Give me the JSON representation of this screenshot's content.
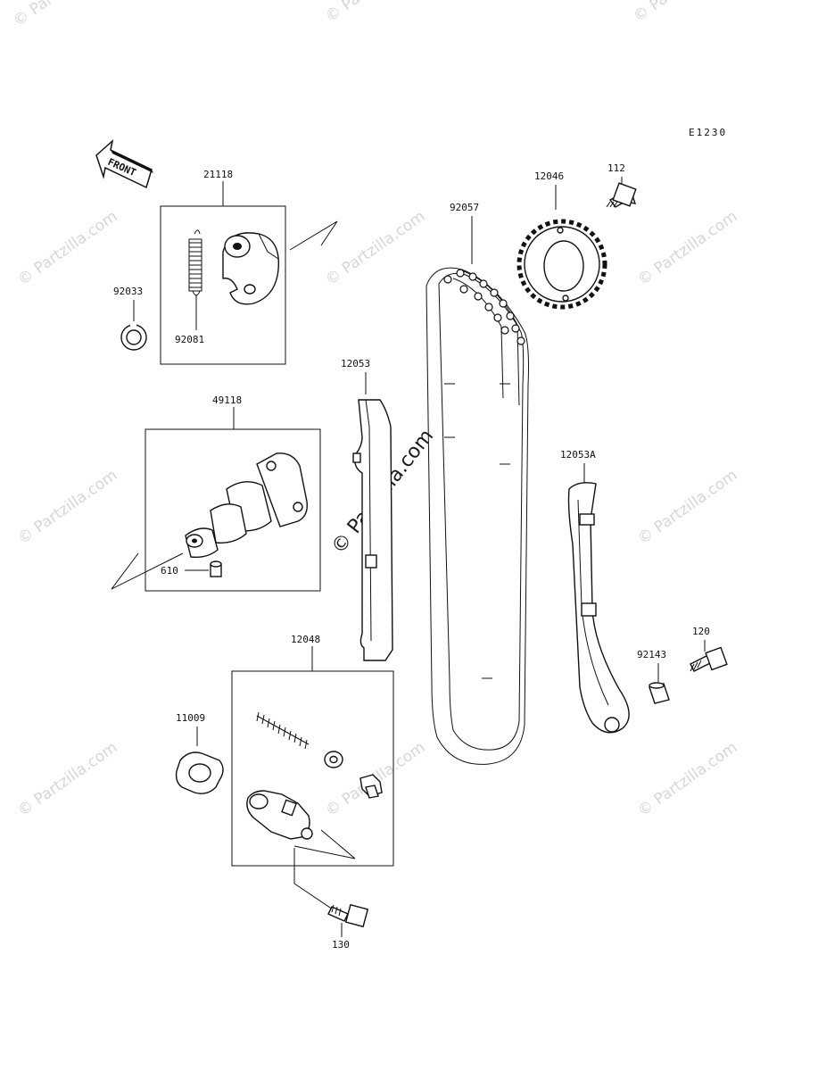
{
  "diagram_code": "E1230",
  "front_label": "FRONT",
  "watermark": "© Partzilla.com",
  "parts": {
    "p21118": "21118",
    "p92033": "92033",
    "p92081": "92081",
    "p49118": "49118",
    "p610": "610",
    "p12053": "12053",
    "p92057": "92057",
    "p12046": "12046",
    "p112": "112",
    "p12053A": "12053A",
    "p120": "120",
    "p92143": "92143",
    "p12048": "12048",
    "p11009": "11009",
    "p130": "130"
  }
}
